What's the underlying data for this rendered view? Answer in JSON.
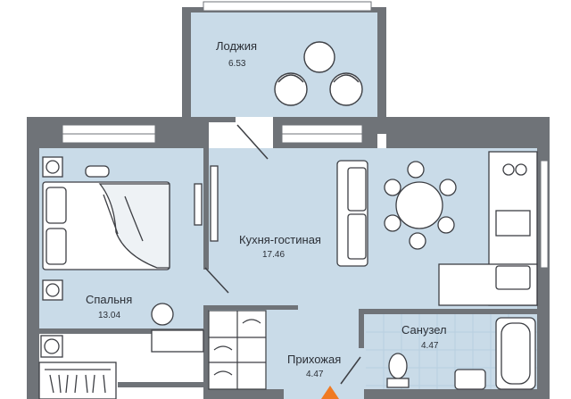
{
  "plan": {
    "colors": {
      "wall": "#6f7378",
      "floor": "#c9dbe8",
      "bathroom_floor_grid": "#b7cfe0",
      "window": "#ffffff",
      "furniture_stroke": "#3d3f44",
      "entry_marker": "#f07a22"
    },
    "rooms": [
      {
        "name": "Лоджия",
        "area": "6.53"
      },
      {
        "name": "Кухня-гостиная",
        "area": "17.46"
      },
      {
        "name": "Спальня",
        "area": "13.04"
      },
      {
        "name": "Санузел",
        "area": "4.47"
      },
      {
        "name": "Прихожая",
        "area": "4.47"
      }
    ],
    "icons": [
      "bed-icon",
      "armchair-icon",
      "sofa-icon",
      "dining-table-icon",
      "stove-icon",
      "sink-icon",
      "bathtub-icon",
      "toilet-icon",
      "washing-machine-icon",
      "air-conditioner-icon",
      "tv-icon",
      "wardrobe-icon",
      "entrance-arrow-icon"
    ]
  }
}
